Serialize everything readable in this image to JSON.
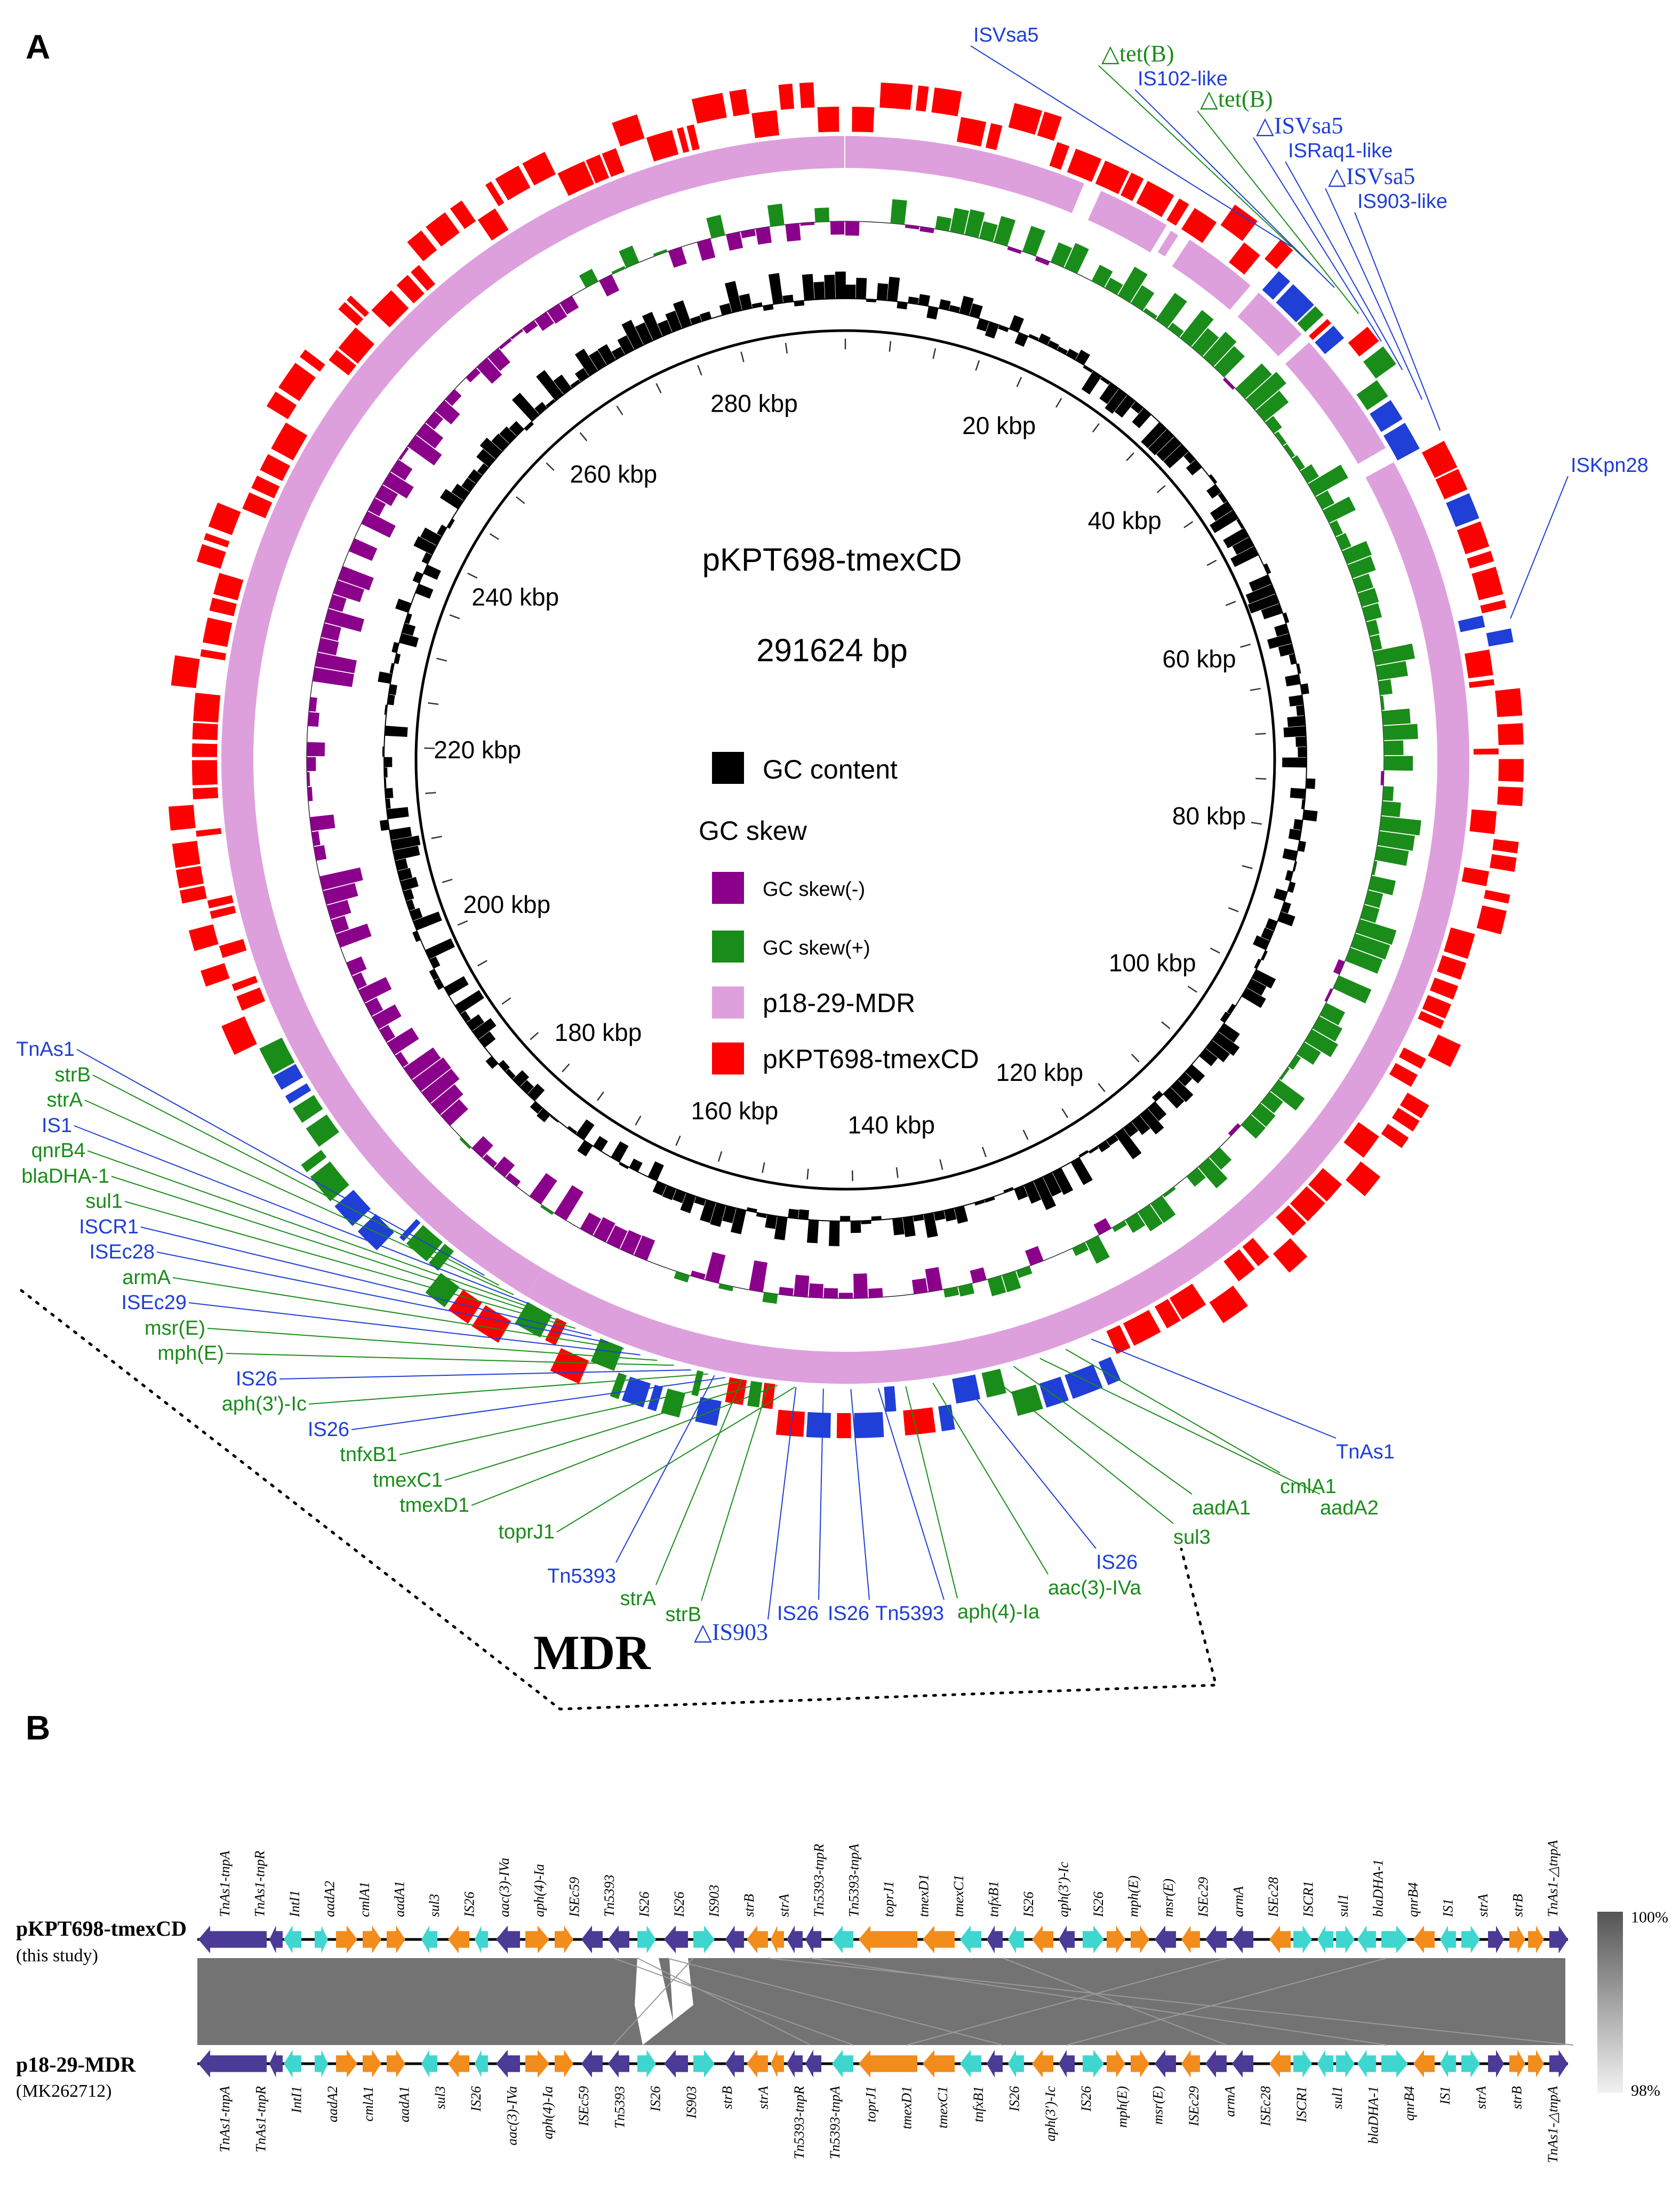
{
  "panel_a": {
    "letter": "A",
    "plasmid_name": "pKPT698-tmexCD",
    "plasmid_size": "291624 bp",
    "kbp_labels": [
      "20 kbp",
      "40 kbp",
      "60 kbp",
      "80 kbp",
      "100 kbp",
      "120 kbp",
      "140 kbp",
      "160 kbp",
      "180 kbp",
      "200 kbp",
      "220 kbp",
      "240 kbp",
      "260 kbp",
      "280 kbp"
    ],
    "legend": {
      "heading": "GC skew",
      "items": [
        {
          "label": "GC content",
          "color": "#000000",
          "size": "large"
        },
        {
          "label": "GC skew(-)",
          "color": "#8b008b",
          "size": "small"
        },
        {
          "label": "GC skew(+)",
          "color": "#1a8c1a",
          "size": "small"
        },
        {
          "label": "p18-29-MDR",
          "color": "#dda0dd",
          "size": "large"
        },
        {
          "label": "pKPT698-tmexCD",
          "color": "#ff0000",
          "size": "large"
        }
      ]
    },
    "mdr_label": "MDR",
    "colors": {
      "is_blue": "#1f3fd6",
      "gene_green": "#1a8c1a",
      "orf_red": "#ff0000",
      "ref_pink": "#dda0dd",
      "gc_black": "#000000",
      "skew_minus": "#8b008b",
      "skew_plus": "#1a8c1a"
    },
    "top_right_annotations": [
      {
        "text": "ISVsa5",
        "kind": "is"
      },
      {
        "text": "△tet(B)",
        "kind": "gene"
      },
      {
        "text": "IS102-like",
        "kind": "is"
      },
      {
        "text": "△tet(B)",
        "kind": "gene"
      },
      {
        "text": "△ISVsa5",
        "kind": "is"
      },
      {
        "text": "ISRaq1-like",
        "kind": "is"
      },
      {
        "text": "△ISVsa5",
        "kind": "is"
      },
      {
        "text": "IS903-like",
        "kind": "is"
      },
      {
        "text": "ISKpn28",
        "kind": "is"
      }
    ],
    "left_annotations": [
      {
        "text": "TnAs1",
        "kind": "is"
      },
      {
        "text": "strB",
        "kind": "gene"
      },
      {
        "text": "strA",
        "kind": "gene"
      },
      {
        "text": "IS1",
        "kind": "is"
      },
      {
        "text": "qnrB4",
        "kind": "gene"
      },
      {
        "text": "blaDHA-1",
        "kind": "gene"
      },
      {
        "text": "sul1",
        "kind": "gene"
      },
      {
        "text": "ISCR1",
        "kind": "is"
      },
      {
        "text": "ISEc28",
        "kind": "is"
      },
      {
        "text": "armA",
        "kind": "gene"
      },
      {
        "text": "ISEc29",
        "kind": "is"
      },
      {
        "text": "msr(E)",
        "kind": "gene"
      },
      {
        "text": "mph(E)",
        "kind": "gene"
      },
      {
        "text": "IS26",
        "kind": "is"
      },
      {
        "text": "aph(3')-Ic",
        "kind": "gene"
      },
      {
        "text": "IS26",
        "kind": "is"
      },
      {
        "text": "tnfxB1",
        "kind": "gene"
      },
      {
        "text": "tmexC1",
        "kind": "gene"
      },
      {
        "text": "tmexD1",
        "kind": "gene"
      },
      {
        "text": "toprJ1",
        "kind": "gene"
      }
    ],
    "bottom_annotations": [
      {
        "text": "Tn5393",
        "kind": "is"
      },
      {
        "text": "strA",
        "kind": "gene"
      },
      {
        "text": "strB",
        "kind": "gene"
      },
      {
        "text": "△IS903",
        "kind": "is"
      },
      {
        "text": "IS26",
        "kind": "is"
      },
      {
        "text": "IS26",
        "kind": "is"
      },
      {
        "text": "Tn5393",
        "kind": "is"
      },
      {
        "text": "aph(4)-Ia",
        "kind": "gene"
      },
      {
        "text": "aac(3)-IVa",
        "kind": "gene"
      },
      {
        "text": "IS26",
        "kind": "is"
      },
      {
        "text": "sul3",
        "kind": "gene"
      },
      {
        "text": "aadA1",
        "kind": "gene"
      },
      {
        "text": "aadA2",
        "kind": "gene"
      },
      {
        "text": "cmlA1",
        "kind": "gene"
      },
      {
        "text": "TnAs1",
        "kind": "is"
      }
    ]
  },
  "panel_b": {
    "letter": "B",
    "top_name": "pKPT698-tmexCD",
    "top_sub": "(this study)",
    "bottom_name": "p18-29-MDR",
    "bottom_sub": "(MK262712)",
    "scale_top": "100%",
    "scale_bottom": "98%",
    "colors": {
      "transposase": "#4b3a96",
      "resistance": "#f28c1c",
      "other": "#3fd6d0",
      "identity": "#737373"
    },
    "top_labels": [
      "TnAs1-tnpA",
      "TnAs1-tnpR",
      "IntI1",
      "aadA2",
      "cmlA1",
      "aadA1",
      "sul3",
      "IS26",
      "aac(3)-IVa",
      "aph(4)-Ia",
      "ISEc59",
      "Tn5393",
      "IS26",
      "IS26",
      "IS903",
      "strB",
      "strA",
      "Tn5393-tnpR",
      "Tn5393-tnpA",
      "toprJ1",
      "tmexD1",
      "tmexC1",
      "tnfxB1",
      "IS26",
      "aph(3')-Ic",
      "IS26",
      "mph(E)",
      "msr(E)",
      "ISEc29",
      "armA",
      "ISEc28",
      "ISCR1",
      "sul1",
      "blaDHA-1",
      "qnrB4",
      "IS1",
      "strA",
      "strB",
      "TnAs1-△tnpA"
    ],
    "bottom_labels": [
      "TnAs1-tnpA",
      "TnAs1-tnpR",
      "IntI1",
      "aadA2",
      "cmlA1",
      "aadA1",
      "sul3",
      "IS26",
      "aac(3)-IVa",
      "aph(4)-Ia",
      "ISEc59",
      "Tn5393",
      "IS26",
      "IS903",
      "strB",
      "strA",
      "Tn5393-tnpR",
      "Tn5393-tnpA",
      "toprJ1",
      "tmexD1",
      "tmexC1",
      "tnfxB1",
      "IS26",
      "aph(3')-Ic",
      "IS26",
      "mph(E)",
      "msr(E)",
      "ISEc29",
      "armA",
      "ISEc28",
      "ISCR1",
      "sul1",
      "blaDHA-1",
      "qnrB4",
      "IS1",
      "strA",
      "strB",
      "TnAs1-△tnpA"
    ]
  }
}
